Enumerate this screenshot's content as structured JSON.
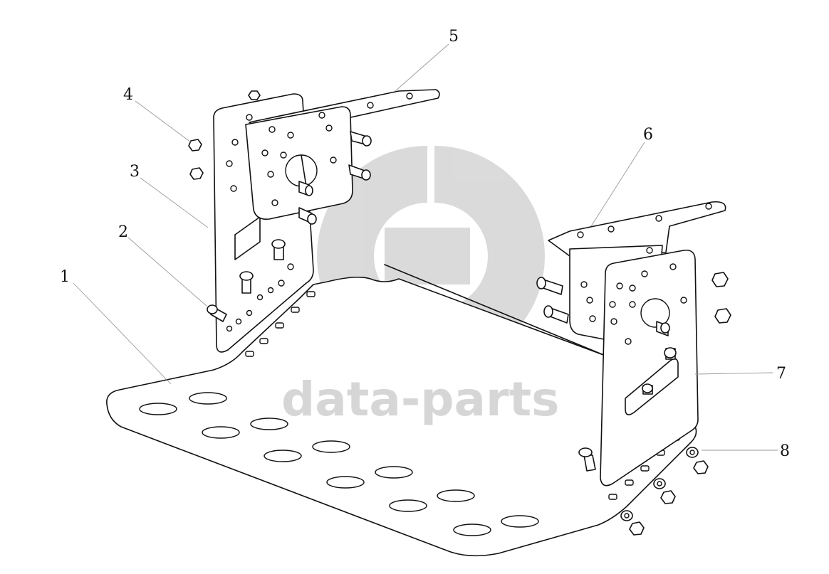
{
  "diagram": {
    "callouts": [
      {
        "id": "1",
        "label": "1"
      },
      {
        "id": "2",
        "label": "2"
      },
      {
        "id": "3",
        "label": "3"
      },
      {
        "id": "4",
        "label": "4"
      },
      {
        "id": "5",
        "label": "5"
      },
      {
        "id": "6",
        "label": "6"
      },
      {
        "id": "7",
        "label": "7"
      },
      {
        "id": "8",
        "label": "8"
      }
    ]
  },
  "watermark": {
    "text": "data-parts",
    "color": "#cfcfcf"
  }
}
